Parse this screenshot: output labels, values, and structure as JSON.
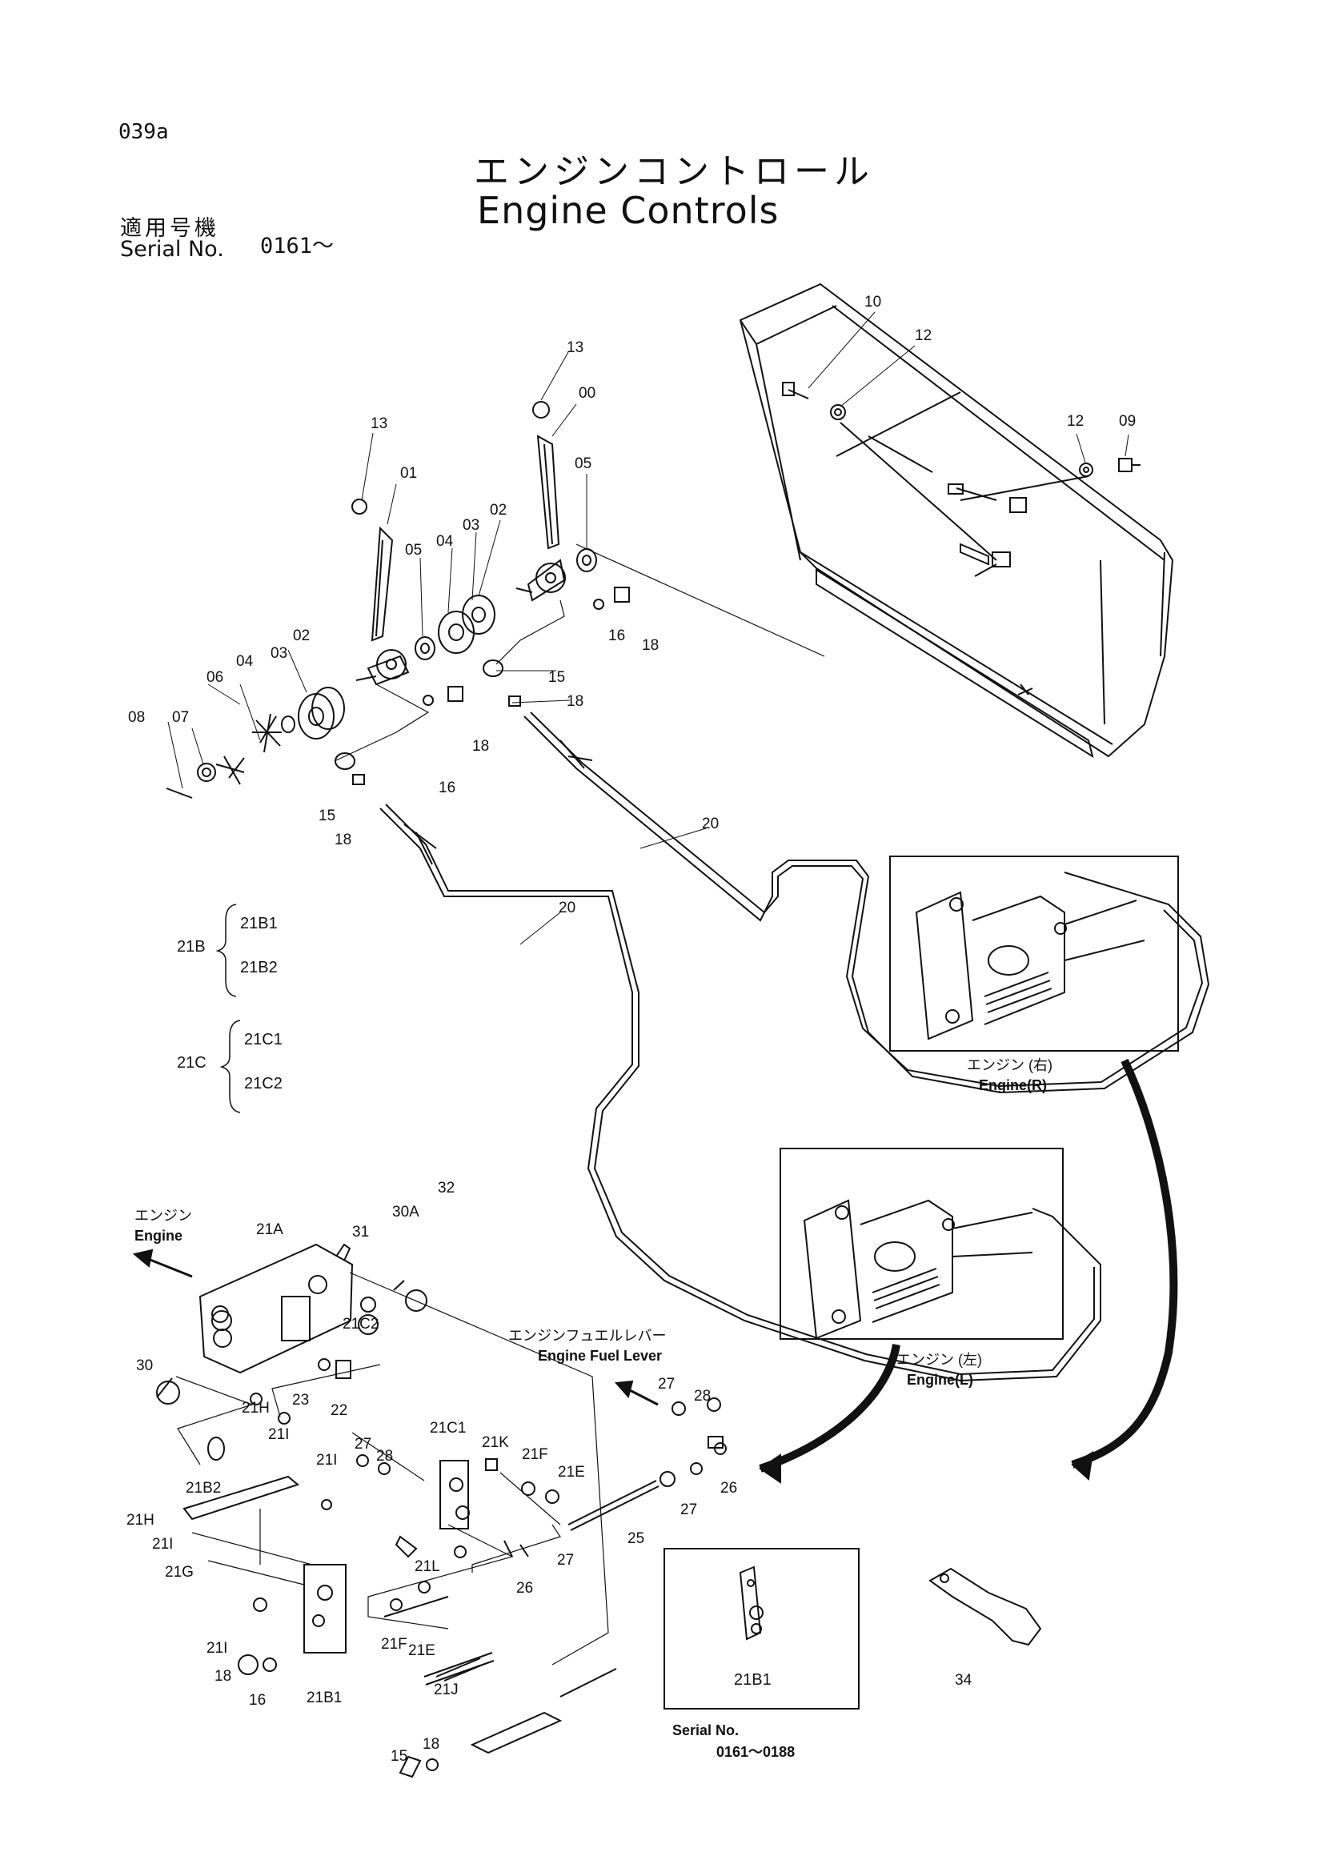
{
  "header": {
    "page_code": "039a",
    "title_jp": "エンジンコントロール",
    "title_en": "Engine Controls",
    "serial_label_jp": "適用号機",
    "serial_label_en": "Serial No.",
    "serial_value": "0161～"
  },
  "groups": [
    {
      "label": "21B",
      "members": [
        "21B1",
        "21B2"
      ]
    },
    {
      "label": "21C",
      "members": [
        "21C1",
        "21C2"
      ]
    }
  ],
  "insets": {
    "engine_r": {
      "caption_jp": "エンジン (右)",
      "caption_en": "Engine(R)"
    },
    "engine_l": {
      "caption_jp": "エンジン (左)",
      "caption_en": "Engine(L)"
    },
    "serial_box": {
      "part": "21B1",
      "label": "Serial No.",
      "range": "0161～0188"
    }
  },
  "directions": {
    "engine_jp": "エンジン",
    "engine_en": "Engine",
    "fuel_lever_jp": "エンジンフュエルレバー",
    "fuel_lever_en": "Engine Fuel Lever"
  },
  "callouts": [
    "13",
    "01",
    "05",
    "04",
    "03",
    "02",
    "04",
    "03",
    "02",
    "06",
    "07",
    "08",
    "15",
    "18",
    "16",
    "18",
    "13",
    "00",
    "05",
    "16",
    "18",
    "15",
    "18",
    "20",
    "20",
    "10",
    "12",
    "12",
    "09",
    "21B1",
    "21B2",
    "21B",
    "21C1",
    "21C2",
    "21C",
    "21A",
    "31",
    "30A",
    "32",
    "30",
    "21C2",
    "23",
    "22",
    "21H",
    "21I",
    "27",
    "28",
    "21C1",
    "21K",
    "21F",
    "21E",
    "21I",
    "21B2",
    "21H",
    "21I",
    "21G",
    "21L",
    "26",
    "27",
    "21I",
    "21F",
    "21E",
    "18",
    "16",
    "21B1",
    "21J",
    "15",
    "18",
    "27",
    "28",
    "26",
    "27",
    "25",
    "34"
  ]
}
